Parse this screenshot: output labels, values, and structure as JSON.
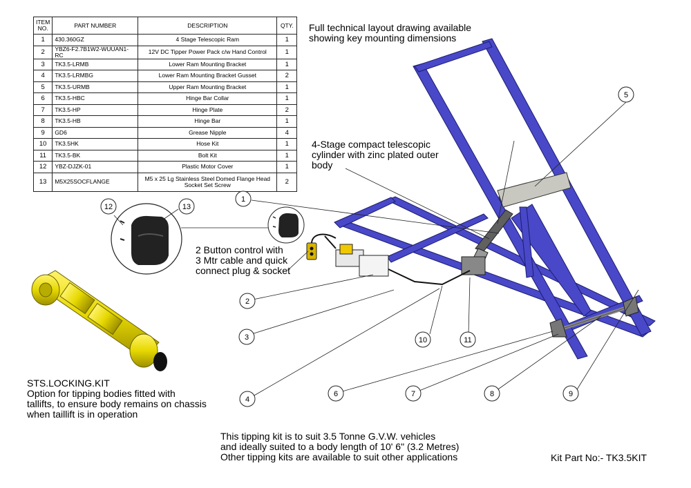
{
  "bom": {
    "headers": {
      "item": "ITEM NO.",
      "part": "PART NUMBER",
      "desc": "DESCRIPTION",
      "qty": "QTY."
    },
    "rows": [
      {
        "item": "1",
        "part": "430.360GZ",
        "desc": "4 Stage Telescopic Ram",
        "qty": "1"
      },
      {
        "item": "2",
        "part": "YBZ6-F2.7B1W2-WUUAN1-RC",
        "desc": "12V DC Tipper Power Pack c/w Hand Control",
        "qty": "1"
      },
      {
        "item": "3",
        "part": "TK3.5-LRMB",
        "desc": "Lower Ram Mounting Bracket",
        "qty": "1"
      },
      {
        "item": "4",
        "part": "TK3.5-LRMBG",
        "desc": "Lower Ram Mounting Bracket Gusset",
        "qty": "2"
      },
      {
        "item": "5",
        "part": "TK3.5-URMB",
        "desc": "Upper Ram Mounting Bracket",
        "qty": "1"
      },
      {
        "item": "6",
        "part": "TK3.5-HBC",
        "desc": "Hinge Bar Collar",
        "qty": "1"
      },
      {
        "item": "7",
        "part": "TK3.5-HP",
        "desc": "Hinge Plate",
        "qty": "2"
      },
      {
        "item": "8",
        "part": "TK3.5-HB",
        "desc": "Hinge Bar",
        "qty": "1"
      },
      {
        "item": "9",
        "part": "GD6",
        "desc": "Grease Nipple",
        "qty": "4"
      },
      {
        "item": "10",
        "part": "TK3.5HK",
        "desc": "Hose Kit",
        "qty": "1"
      },
      {
        "item": "11",
        "part": "TK3.5-BK",
        "desc": "Bolt Kit",
        "qty": "1"
      },
      {
        "item": "12",
        "part": "YBZ-DJZK-01",
        "desc": "Plastic Motor Cover",
        "qty": "1"
      },
      {
        "item": "13",
        "part": "M5X25SOCFLANGE",
        "desc": "M5 x 25 Lg Stainless Steel  Domed Flange Head Socket Set Screw",
        "qty": "2"
      }
    ]
  },
  "notes": {
    "layout": "Full technical layout drawing available\nshowing key mounting dimensions",
    "cylinder": "4-Stage compact telescopic\ncylinder with zinc plated outer\nbody",
    "control": "2 Button control with\n3 Mtr cable and quick\nconnect plug & socket",
    "locking_title": "STS.LOCKING.KIT",
    "locking_desc": "Option for tipping bodies fitted with\ntallifts, to ensure body remains on chassis\nwhen taillift is in operation",
    "kit_info": "This tipping kit is to suit 3.5 Tonne G.V.W. vehicles\nand ideally suited to a body length of 10' 6\" (3.2 Metres)\nOther tipping kits are available to suit other applications",
    "kit_part": "Kit Part No:- TK3.5KIT"
  },
  "balloons": [
    "1",
    "2",
    "3",
    "4",
    "5",
    "6",
    "7",
    "8",
    "9",
    "10",
    "11",
    "12",
    "13"
  ],
  "colors": {
    "frame": "#4848c8",
    "frame_dark": "#262690",
    "lock_kit": "#e8e000",
    "motor_cover": "#222222",
    "plate": "#c8c8c0"
  }
}
